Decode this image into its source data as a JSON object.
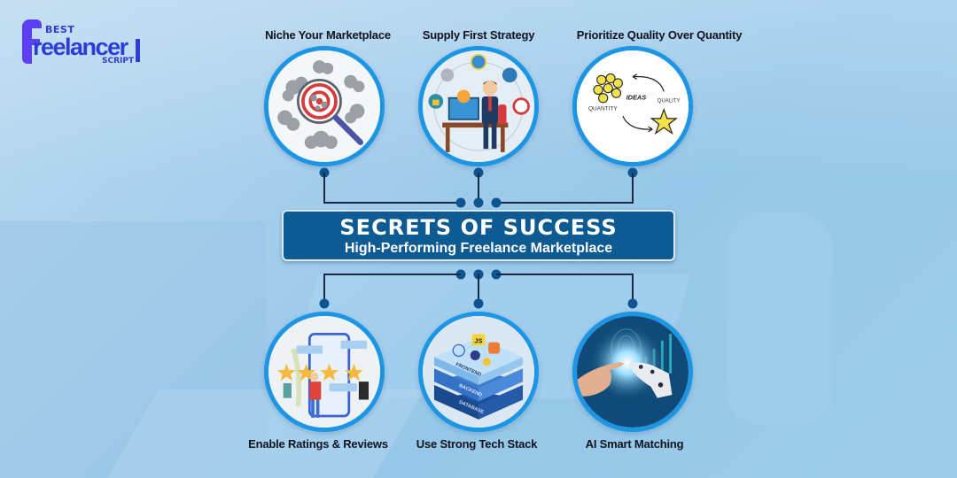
{
  "logo": {
    "top_text": "BEST",
    "word": "reelancer",
    "bottom_text": "SCRIPT"
  },
  "banner": {
    "title": "SECRETS OF SUCCESS",
    "subtitle": "High-Performing Freelance Marketplace"
  },
  "top_items": [
    {
      "label": "Niche Your Marketplace",
      "icon": "magnifier-target-crowd-icon"
    },
    {
      "label": "Supply First Strategy",
      "icon": "businessman-desk-icon"
    },
    {
      "label": "Prioritize Quality Over Quantity",
      "icon": "quantity-quality-ideas-icon"
    }
  ],
  "bottom_items": [
    {
      "label": "Enable Ratings & Reviews",
      "icon": "star-ratings-icon"
    },
    {
      "label": "Use Strong Tech Stack",
      "icon": "tech-stack-layers-icon"
    },
    {
      "label": "AI Smart Matching",
      "icon": "human-robot-hand-icon"
    }
  ],
  "illustration_text": {
    "quantity": "QUANTITY",
    "ideas": "IDEAS",
    "quality": "QUALITY",
    "frontend": "FRONTEND",
    "backend": "BACKEND",
    "database": "DATABASE",
    "js": "JS"
  },
  "colors": {
    "circle_border": "#1c95e4",
    "banner_bg": "#0e5a92",
    "connector_dot": "#0d5592",
    "connector_line": "#1a2a44",
    "logo_blue": "#2c3cd6",
    "logo_purple": "#5b3ff0"
  }
}
